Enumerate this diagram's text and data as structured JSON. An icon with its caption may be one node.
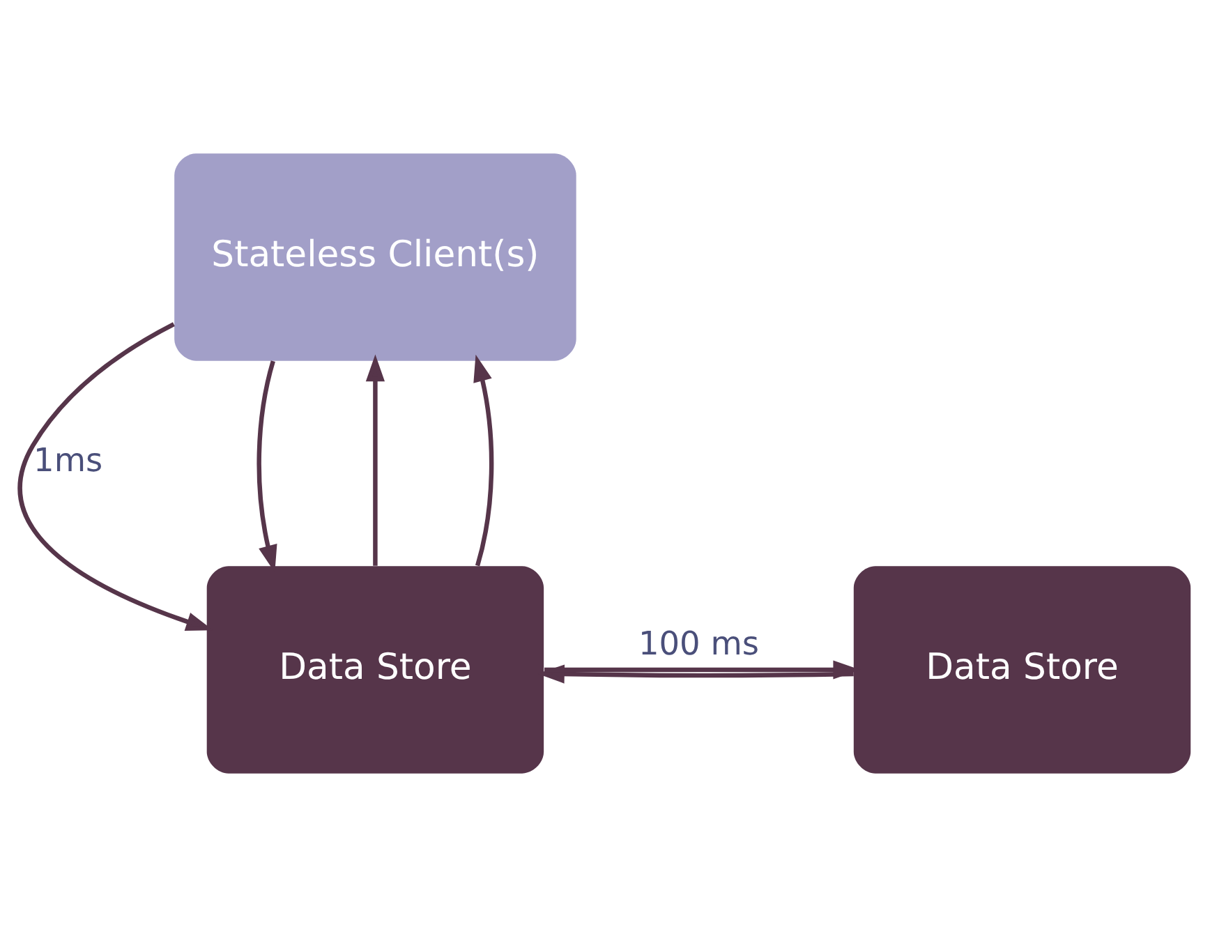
{
  "diagram": {
    "nodes": [
      {
        "text": [
          "Stateless Client(s)"
        ]
      },
      {
        "text": [
          "Data Store"
        ]
      },
      {
        "text": [
          "Data Store"
        ]
      }
    ],
    "edges": [
      {
        "from": 0,
        "to": 2,
        "arrow": "to",
        "label": "1ms"
      },
      {
        "from": 2,
        "to": 0,
        "arrow": "to"
      },
      {
        "from": 0,
        "to": 2,
        "arrow": "to"
      },
      {
        "from": 2,
        "to": 0,
        "arrow": "to"
      },
      {
        "from": 2,
        "to": 1,
        "arrow": "to",
        "label": "100 ms"
      },
      {
        "from": 1,
        "to": 2,
        "arrow": "to"
      }
    ]
  }
}
